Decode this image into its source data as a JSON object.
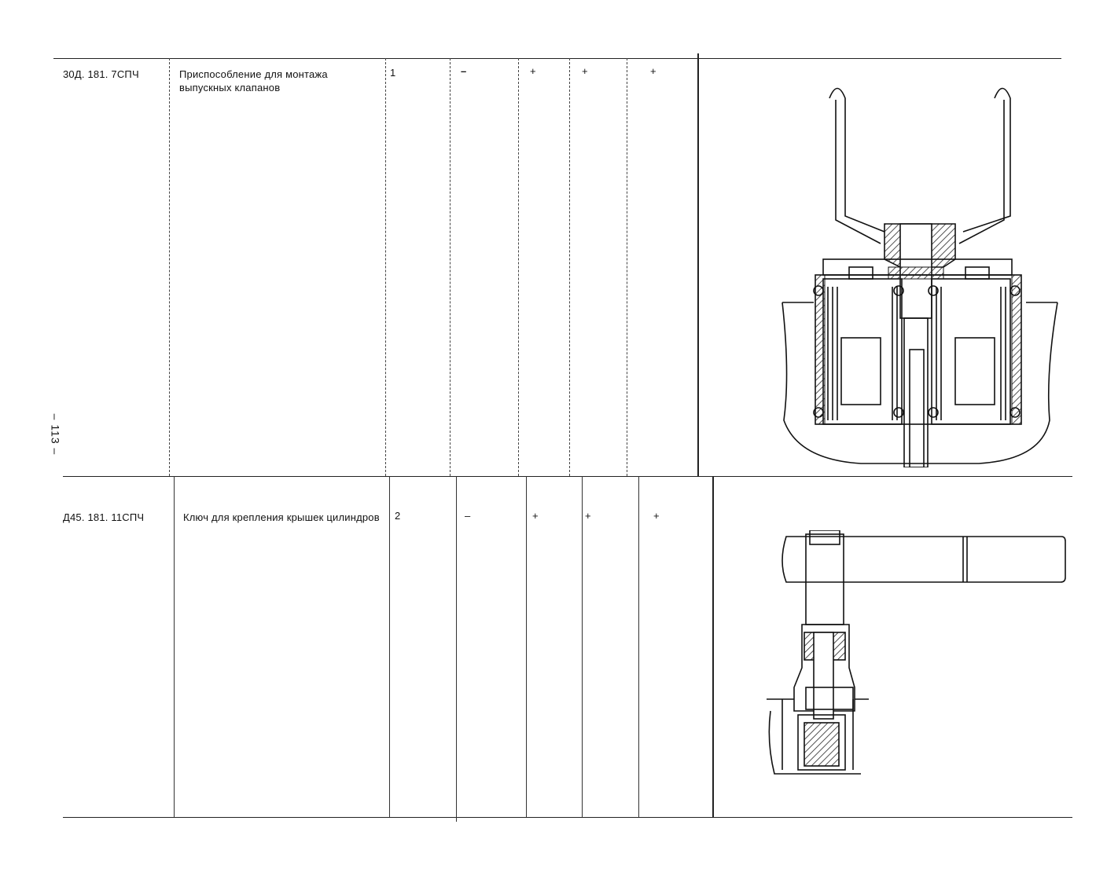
{
  "page_number": "– 113 –",
  "rows": [
    {
      "code": "30Д. 181. 7СПЧ",
      "name": "Приспособление для монтажа выпускных клапанов",
      "qty": "1",
      "marks": [
        "–",
        "+",
        "+",
        "+"
      ]
    },
    {
      "code": "Д45. 181. 11СПЧ",
      "name": "Ключ для крепления крышек цилиндров",
      "qty": "2",
      "marks": [
        "–",
        "+",
        "+",
        "+"
      ]
    }
  ]
}
